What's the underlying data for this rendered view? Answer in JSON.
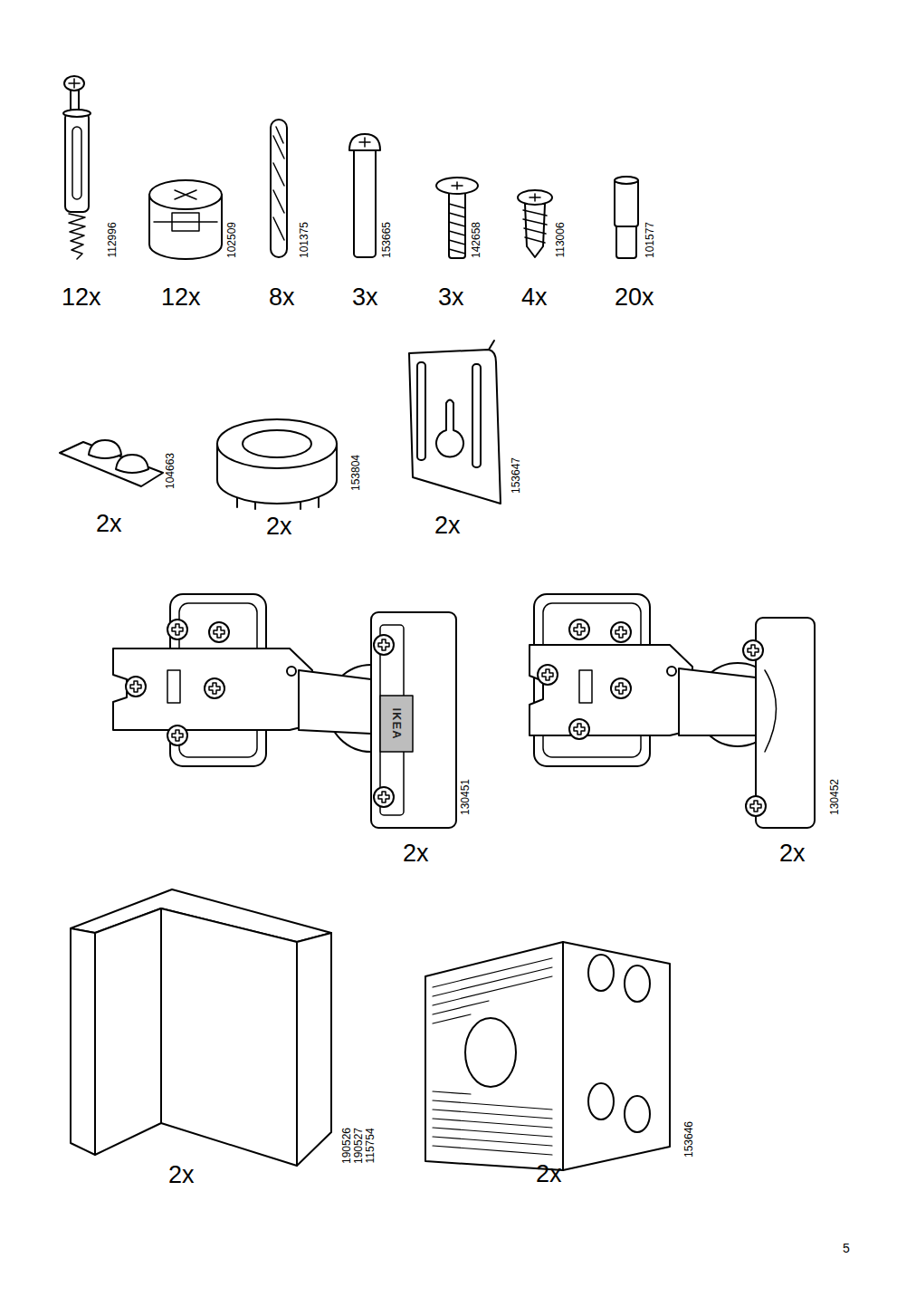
{
  "diagram": {
    "labels": [
      "112996",
      "12x",
      "102509",
      "12x",
      "101375",
      "8x",
      "153665",
      "3x",
      "142658",
      "3x",
      "113006",
      "4x",
      "101577",
      "20x",
      "104663",
      "2x",
      "153804",
      "2x",
      "153647",
      "2x",
      "IKEA",
      "130451",
      "2x",
      "130452",
      "2x",
      "190526",
      "190527",
      "115754",
      "2x",
      "153646",
      "2x",
      "5"
    ]
  }
}
